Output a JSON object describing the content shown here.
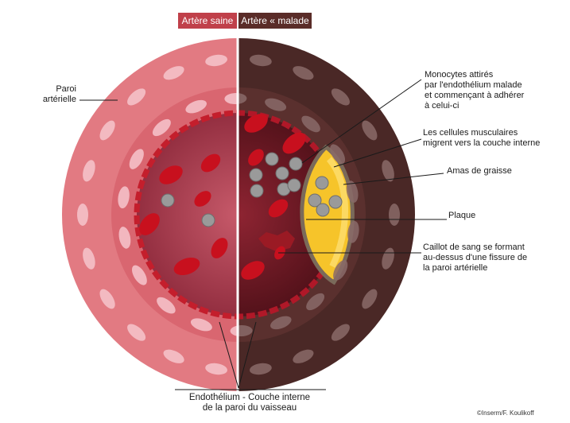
{
  "header": {
    "healthy_label": "Artère saine",
    "sick_label": "Artère « malade »",
    "healthy_color": "#c0404a",
    "sick_color": "#5a2c28"
  },
  "labels": {
    "paroi": "Paroi\nartérielle",
    "monocytes": "Monocytes attirés\npar l'endothélium malade\net commençant à adhérer\nà celui-ci",
    "muscle": "Les cellules musculaires\nmigrent vers la couche interne",
    "graisse": "Amas de graisse",
    "plaque": "Plaque",
    "caillot": "Caillot de sang se formant\nau-dessus d'une fissure de\nla paroi artérielle",
    "endothelium": "Endothélium - Couche interne\nde la paroi du vaisseau"
  },
  "credit": "©Inserm/F. Koulikoff",
  "colors": {
    "healthy_wall": "#e27a82",
    "healthy_lumen": "#a8384a",
    "sick_wall": "#4a2826",
    "sick_lumen": "#7a1a24",
    "red_cell": "#c8101e",
    "fat": "#f6c42a",
    "monocyte": "#9a9a9a"
  }
}
